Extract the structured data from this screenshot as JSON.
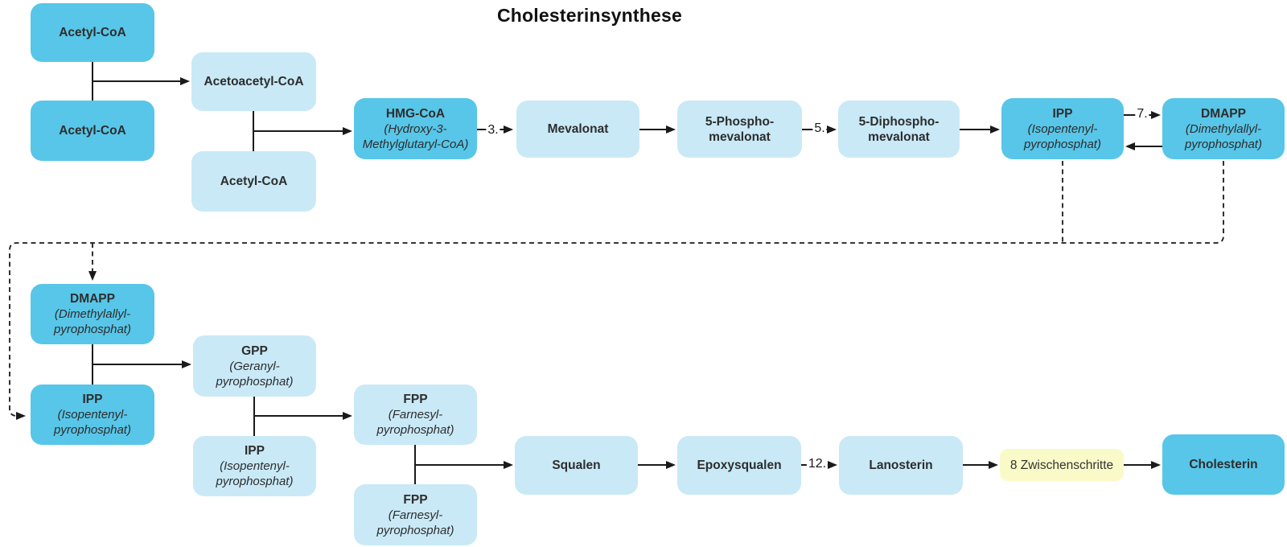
{
  "title": "Cholesterinsynthese",
  "colors": {
    "dark_blue": "#58C6E8",
    "light_blue": "#C9E9F7",
    "yellow": "#FAFAC8",
    "line": "#1a1a1a",
    "text": "#2d2d2d"
  },
  "nodes": {
    "acetyl_top": {
      "title": "Acetyl-CoA"
    },
    "acetyl_bottom": {
      "title": "Acetyl-CoA"
    },
    "acetoacetyl": {
      "title": "Acetoacetyl-CoA"
    },
    "acetyl_third": {
      "title": "Acetyl-CoA"
    },
    "hmg_coa": {
      "title": "HMG-CoA",
      "subtitle": "(Hydroxy-3-\nMethylglutaryl-CoA)"
    },
    "mevalonat": {
      "title": "Mevalonat"
    },
    "phospho_mevalonat": {
      "title": "5-Phospho-\nmevalonat"
    },
    "diphospho_mevalonat": {
      "title": "5-Diphospho-\nmevalonat"
    },
    "ipp_row1": {
      "title": "IPP",
      "subtitle": "(Isopentenyl-\npyrophosphat)"
    },
    "dmapp_row1": {
      "title": "DMAPP",
      "subtitle": "(Dimethylallyl-\npyrophosphat)"
    },
    "dmapp_row2": {
      "title": "DMAPP",
      "subtitle": "(Dimethylallyl-\npyrophosphat)"
    },
    "ipp_row2": {
      "title": "IPP",
      "subtitle": "(Isopentenyl-\npyrophosphat)"
    },
    "gpp": {
      "title": "GPP",
      "subtitle": "(Geranyl-\npyrophosphat)"
    },
    "ipp_partner": {
      "title": "IPP",
      "subtitle": "(Isopentenyl-\npyrophosphat)"
    },
    "fpp_top": {
      "title": "FPP",
      "subtitle": "(Farnesyl-\npyrophosphat)"
    },
    "fpp_bottom": {
      "title": "FPP",
      "subtitle": "(Farnesyl-\npyrophosphat)"
    },
    "squalen": {
      "title": "Squalen"
    },
    "epoxysqualen": {
      "title": "Epoxysqualen"
    },
    "lanosterin": {
      "title": "Lanosterin"
    },
    "zwischenschritte": {
      "title": "8 Zwischenschritte"
    },
    "cholesterin": {
      "title": "Cholesterin"
    }
  },
  "edge_labels": {
    "step3": "3.",
    "step5": "5.",
    "step7": "7.",
    "step12": "12."
  }
}
